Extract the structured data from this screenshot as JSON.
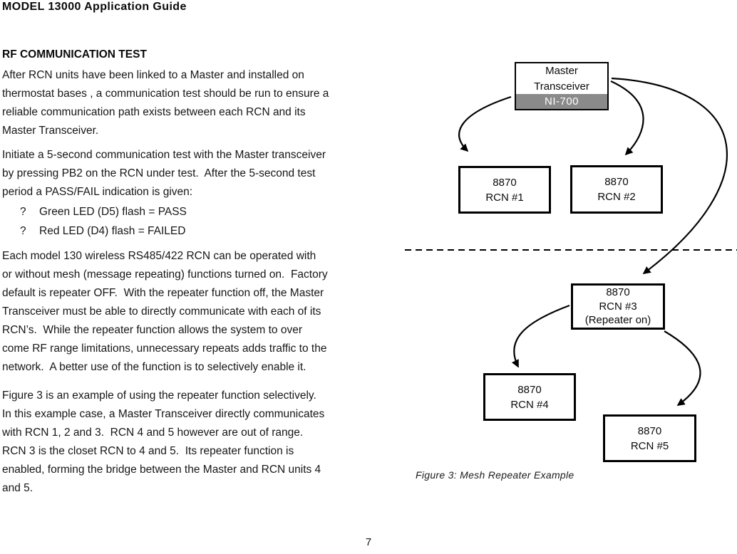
{
  "page": {
    "header_title": "MODEL 13000 Application Guide",
    "page_number": "7"
  },
  "article": {
    "section_heading": "RF COMMUNICATION TEST",
    "paragraphs": {
      "p1": "After RCN units have been linked to a Master and installed on\nthermostat bases , a communication test should be run to ensure a\nreliable communication path exists between each RCN and its\nMaster Transceiver.",
      "p2": "Initiate a 5-second communication test with the Master transceiver\nby pressing PB2 on the RCN under test.  After the 5-second test\nperiod a PASS/FAIL indication is given:",
      "p3": "Each model 130 wireless RS485/422 RCN can be operated with\nor without mesh (message repeating) functions turned on.  Factory\ndefault is repeater OFF.  With the repeater function off, the Master\nTransceiver must be able to directly communicate with each of its\nRCN’s.  While the repeater function allows the system to over\ncome RF range limitations, unnecessary repeats adds traffic to the\nnetwork.  A better use of the function is to selectively enable it.",
      "p4": "Figure 3 is an example of using the repeater function selectively.\nIn this example case, a Master Transceiver directly communicates\nwith RCN 1, 2 and 3.  RCN 4 and 5 however are out of range.\nRCN 3 is the closet RCN to 4 and 5.  Its repeater function is\nenabled, forming the bridge between the Master and RCN units 4\nand 5."
    },
    "bullets": [
      {
        "marker": "?",
        "text": "Green LED (D5) flash = PASS"
      },
      {
        "marker": "?",
        "text": "Red LED (D4) flash = FAILED"
      }
    ]
  },
  "figure": {
    "caption": "Figure 3: Mesh Repeater Example",
    "master_box": {
      "title": "Master\nTransceiver",
      "band_label": "NI-700"
    },
    "nodes": [
      {
        "label": "8870\nRCN #1"
      },
      {
        "label": "8870\nRCN #2"
      },
      {
        "label": "8870\nRCN #3\n(Repeater on)"
      },
      {
        "label": "8870\nRCN #4"
      },
      {
        "label": "8870\nRCN #5"
      }
    ],
    "colors": {
      "band_background": "#8a8a8a",
      "band_text": "#ffffff",
      "line_color": "#000000"
    }
  }
}
